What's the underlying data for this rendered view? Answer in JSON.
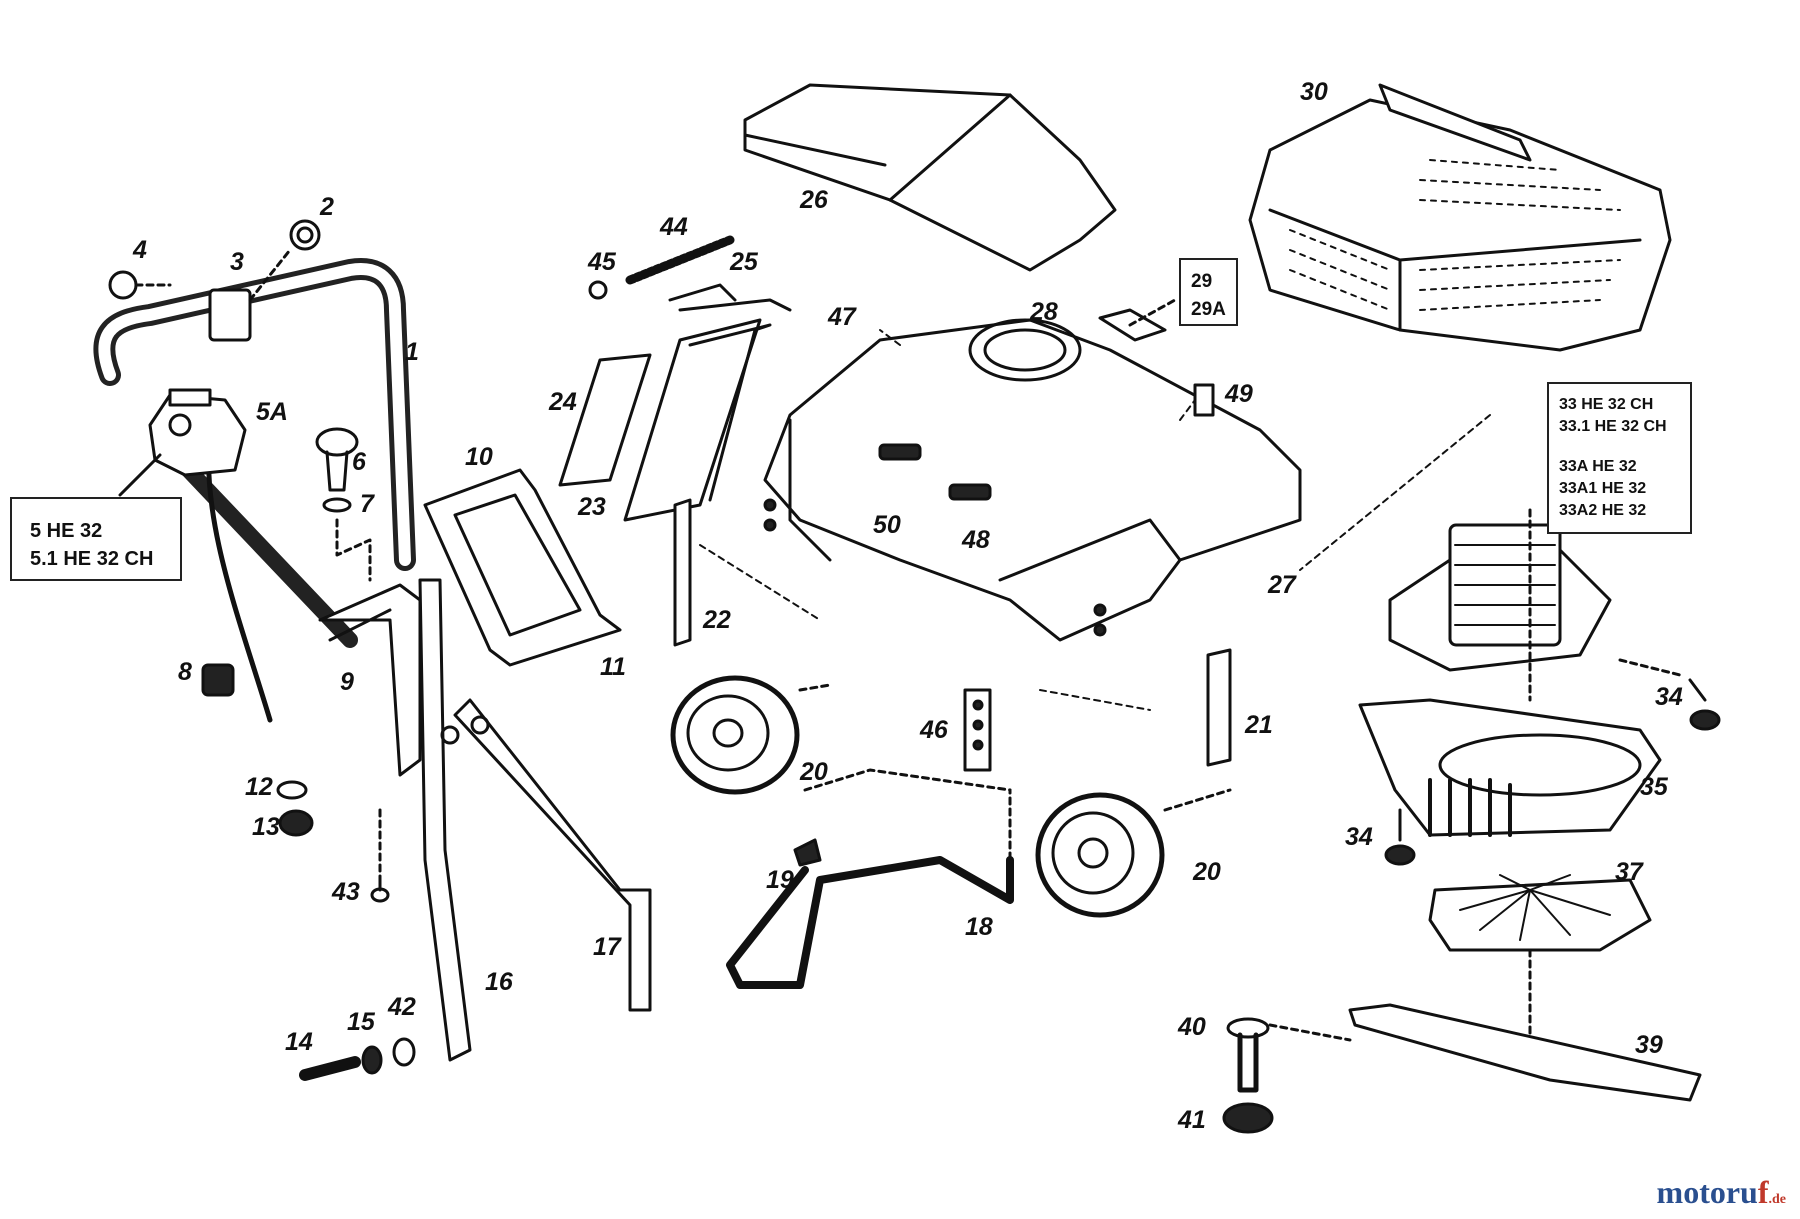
{
  "labels": {
    "n1": "1",
    "n2": "2",
    "n3": "3",
    "n4": "4",
    "n5a": "5A",
    "n6": "6",
    "n7": "7",
    "n8": "8",
    "n9": "9",
    "n10": "10",
    "n11": "11",
    "n12": "12",
    "n13": "13",
    "n14": "14",
    "n15": "15",
    "n16": "16",
    "n17": "17",
    "n18": "18",
    "n19": "19",
    "n20a": "20",
    "n20b": "20",
    "n21": "21",
    "n22": "22",
    "n23": "23",
    "n24": "24",
    "n25": "25",
    "n26": "26",
    "n27": "27",
    "n28": "28",
    "n30": "30",
    "n34a": "34",
    "n34b": "34",
    "n35": "35",
    "n37": "37",
    "n39": "39",
    "n40": "40",
    "n41": "41",
    "n42": "42",
    "n43": "43",
    "n44": "44",
    "n45": "45",
    "n46": "46",
    "n47": "47",
    "n48": "48",
    "n49": "49",
    "n50": "50"
  },
  "boxes": {
    "box5": [
      "5  HE 32",
      "5.1  HE 32 CH"
    ],
    "box29": [
      "29",
      "29A"
    ],
    "box33a": [
      "33  HE 32 CH",
      "33.1  HE 32 CH"
    ],
    "box33b": [
      "33A  HE 32",
      "33A1  HE 32",
      "33A2  HE 32"
    ]
  },
  "logo": {
    "brand": "motoru",
    "accent": "f",
    "suffix": ".de"
  },
  "colors": {
    "ink": "#111111",
    "logo_blue": "#2a4f8f",
    "logo_red": "#c0392b"
  }
}
